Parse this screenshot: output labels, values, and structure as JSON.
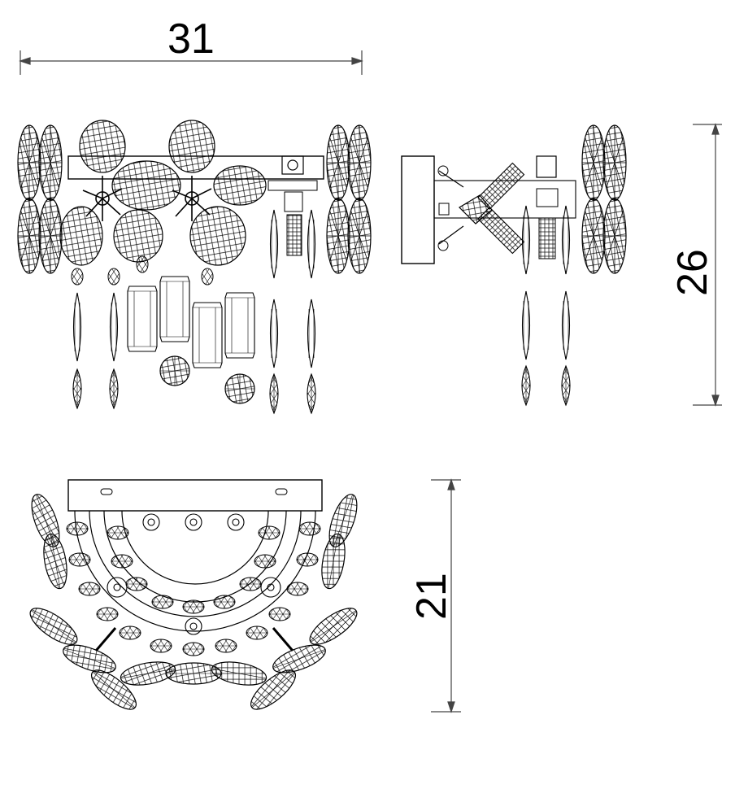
{
  "dimensions": {
    "width": "31",
    "height": "26",
    "depth": "21"
  },
  "colors": {
    "line": "#000000",
    "background": "#ffffff",
    "dimension_line": "#444444"
  }
}
